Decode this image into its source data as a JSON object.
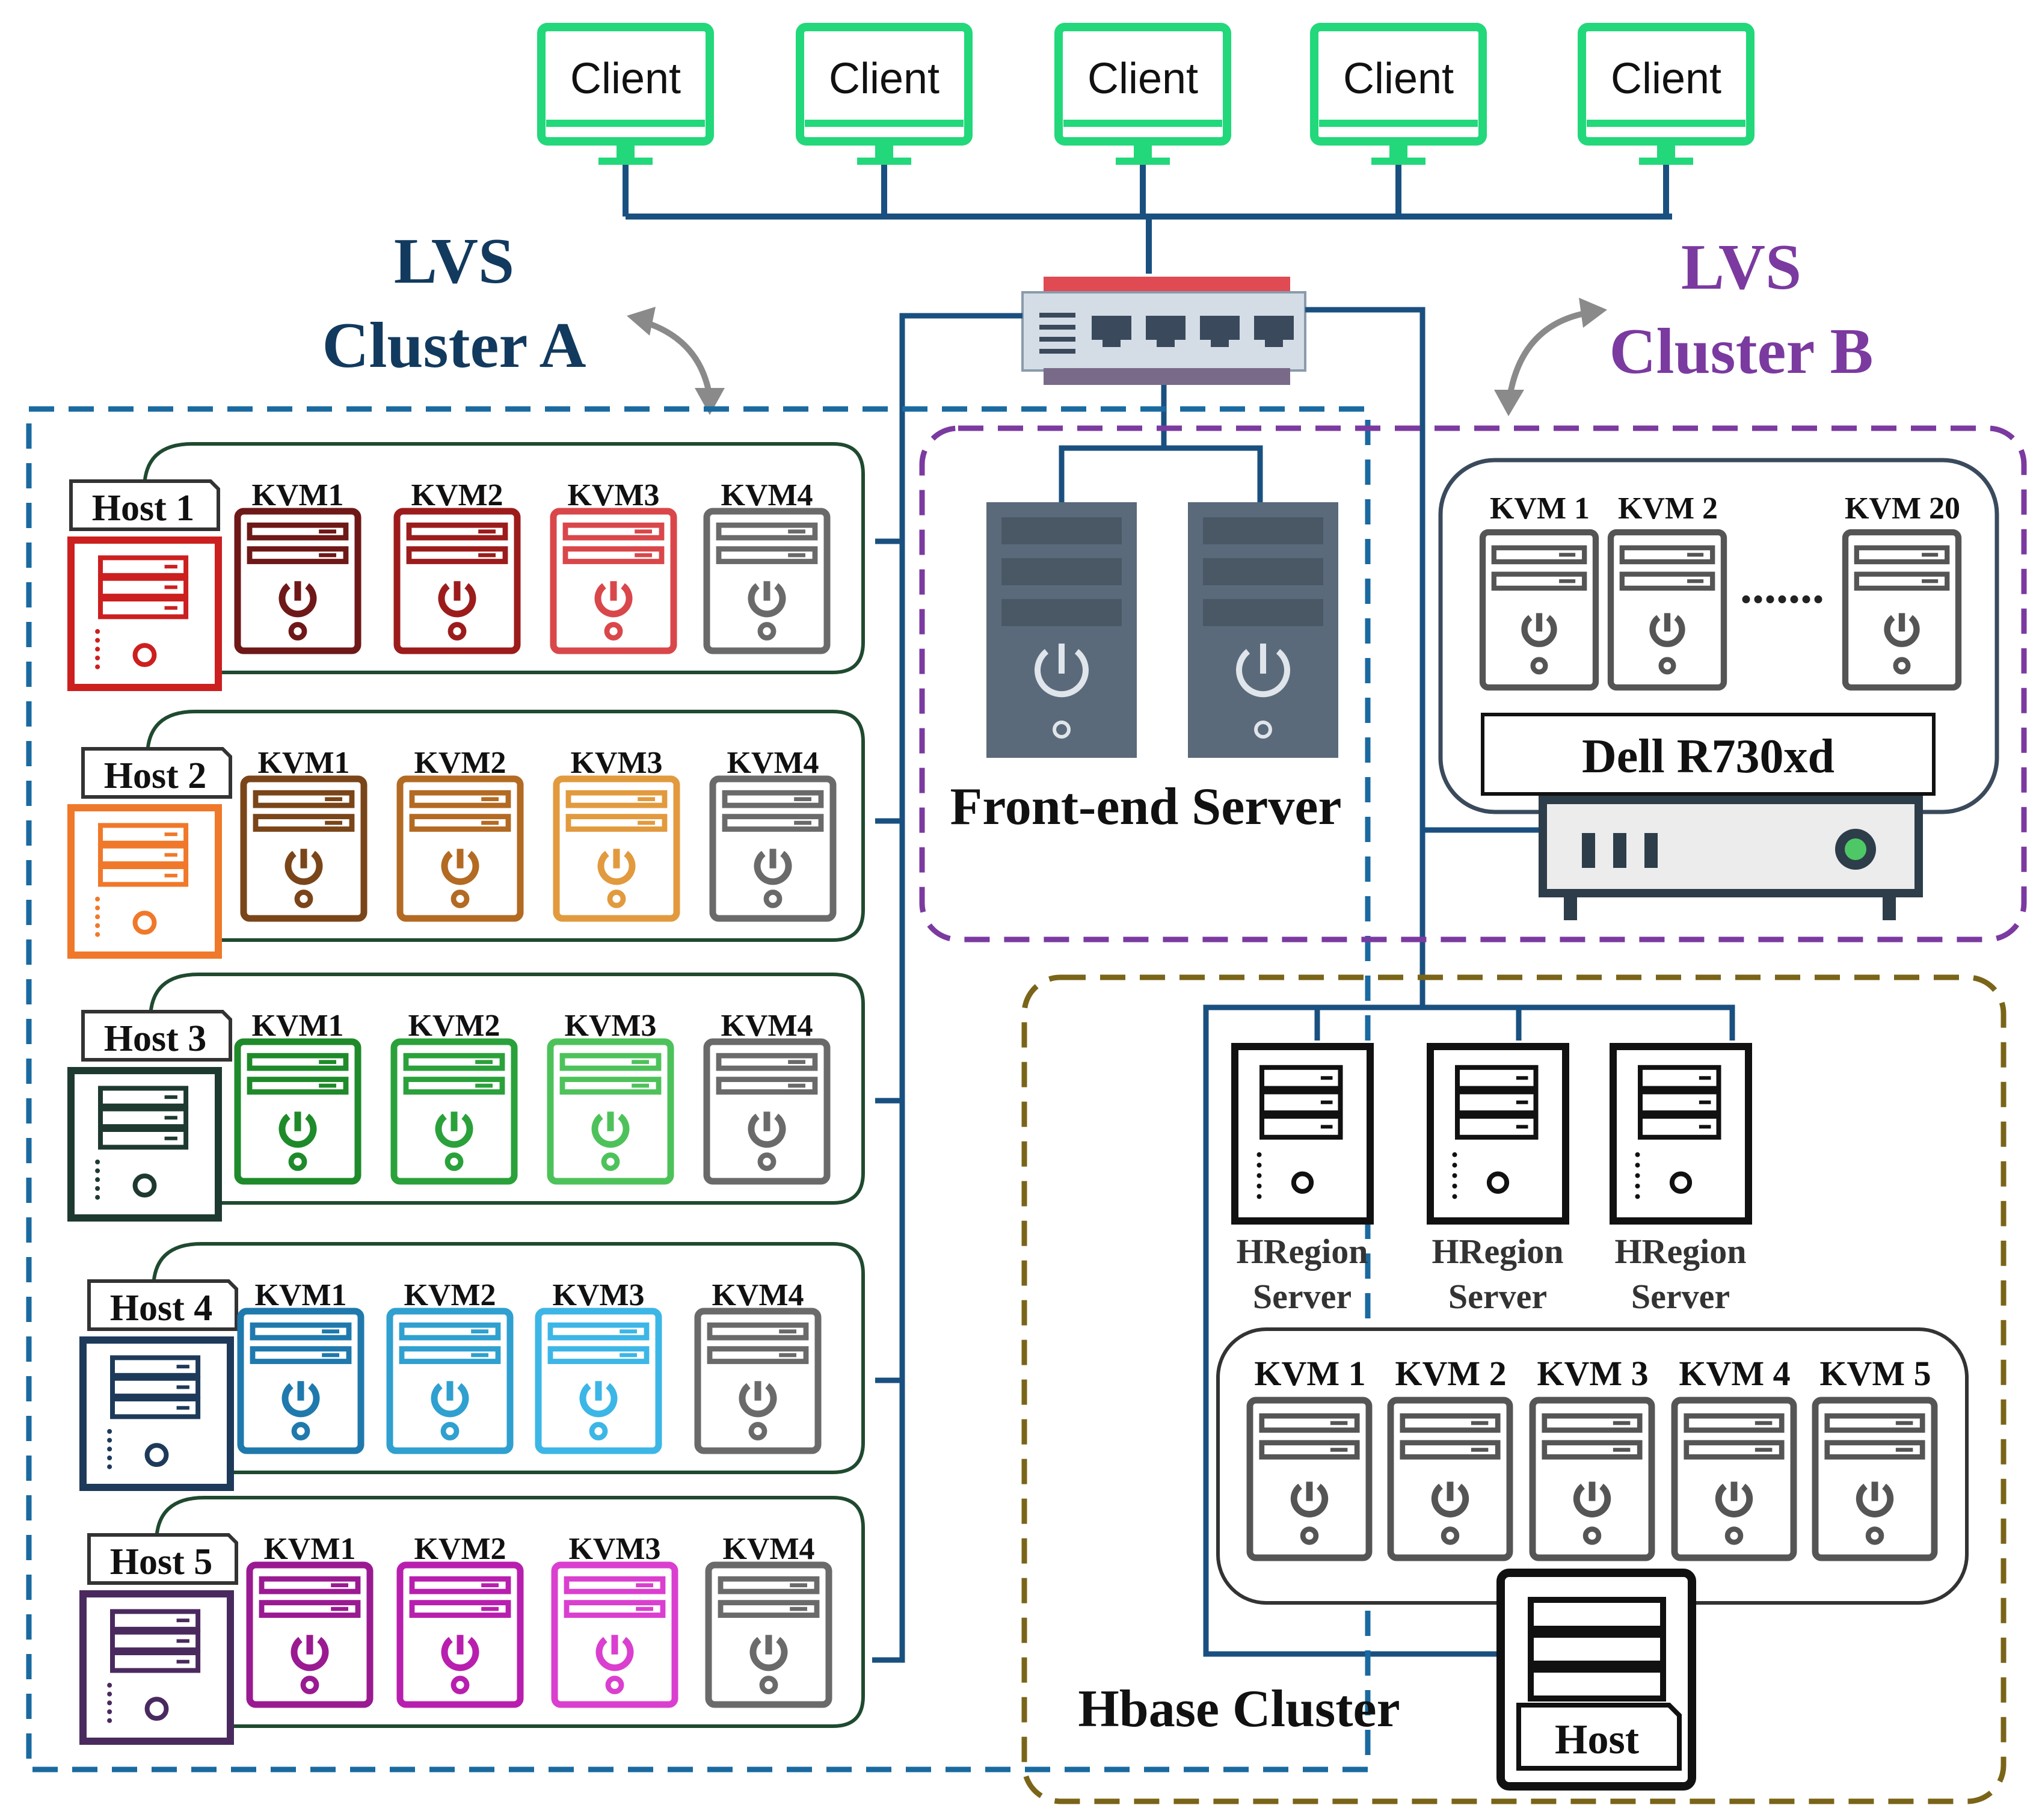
{
  "clients": [
    "Client",
    "Client",
    "Client",
    "Client",
    "Client"
  ],
  "cluster_a": {
    "title_line1": "LVS",
    "title_line2": "Cluster A"
  },
  "cluster_b": {
    "title_line1": "LVS",
    "title_line2": "Cluster B"
  },
  "hosts": [
    {
      "label": "Host 1",
      "kvms": [
        "KVM1",
        "KVM2",
        "KVM3",
        "KVM4"
      ],
      "shades": [
        "#6e1818",
        "#9c1c1c",
        "#d9474a",
        "#6a6a6a"
      ]
    },
    {
      "label": "Host 2",
      "kvms": [
        "KVM1",
        "KVM2",
        "KVM3",
        "KVM4"
      ],
      "shades": [
        "#7a4519",
        "#b36a22",
        "#e29a3e",
        "#6a6a6a"
      ]
    },
    {
      "label": "Host 3",
      "kvms": [
        "KVM1",
        "KVM2",
        "KVM3",
        "KVM4"
      ],
      "shades": [
        "#1e8a2a",
        "#2aa13a",
        "#4ec25a",
        "#6a6a6a"
      ]
    },
    {
      "label": "Host 4",
      "kvms": [
        "KVM1",
        "KVM2",
        "KVM3",
        "KVM4"
      ],
      "shades": [
        "#1f79ad",
        "#2fa0cf",
        "#3cb6e6",
        "#6a6a6a"
      ]
    },
    {
      "label": "Host 5",
      "kvms": [
        "KVM1",
        "KVM2",
        "KVM3",
        "KVM4"
      ],
      "shades": [
        "#9a1a92",
        "#b81fae",
        "#da3fcf",
        "#6a6a6a"
      ]
    }
  ],
  "host_colors": [
    "#cc1f1f",
    "#f0782a",
    "#1e3a30",
    "#1e3a5a",
    "#4a2a5e"
  ],
  "front_end": {
    "label": "Front-end  Server"
  },
  "dell": {
    "kvm_labels": [
      "KVM 1",
      "KVM 2",
      "KVM 20"
    ],
    "dots": ".......",
    "model": "Dell R730xd"
  },
  "hbase": {
    "regions": [
      {
        "line1": "HRegion",
        "line2": "Server"
      },
      {
        "line1": "HRegion",
        "line2": "Server"
      },
      {
        "line1": "HRegion",
        "line2": "Server"
      }
    ],
    "kvms": [
      "KVM 1",
      "KVM 2",
      "KVM 3",
      "KVM 4",
      "KVM 5"
    ],
    "host_label": "Host",
    "cluster_label": "Hbase Cluster"
  },
  "colors": {
    "client": "#22d87a",
    "link": "#1a5080",
    "cluster_a": "#1a6aa0",
    "cluster_a_title": "#123a5e",
    "cluster_b": "#7b3aa0",
    "hbase": "#7a6418",
    "host_box": "#1f4a30",
    "front_server": "#5a6a7a"
  }
}
